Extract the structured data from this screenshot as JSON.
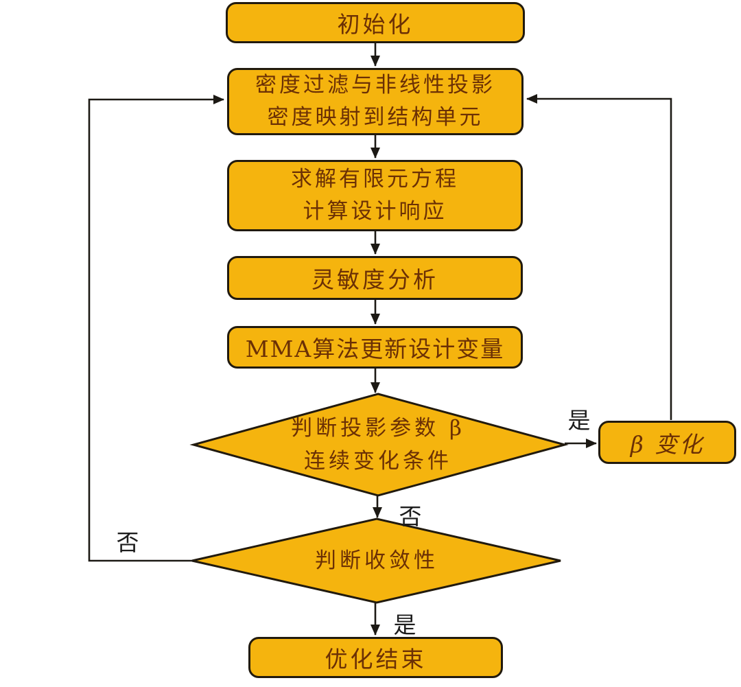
{
  "diagram": {
    "type": "flowchart",
    "topic": "topology-optimization-iteration-loop",
    "colors": {
      "node_fill": "#F5B40E",
      "node_stroke": "#211A0E",
      "text": "#6B3005",
      "arrow": "#1C1914",
      "background": "#FFFFFF"
    },
    "nodes": {
      "init": {
        "label": "初始化"
      },
      "filter": {
        "line1": "密度过滤与非线性投影",
        "line2": "密度映射到结构单元"
      },
      "fem": {
        "line1": "求解有限元方程",
        "line2": "计算设计响应"
      },
      "sensitivity": {
        "label": "灵敏度分析"
      },
      "mma": {
        "label": "MMA算法更新设计变量"
      },
      "beta_decision": {
        "line1": "判断投影参数 β",
        "line2": "连续变化条件"
      },
      "beta_change": {
        "label": "β 变化"
      },
      "convergence_decision": {
        "label": "判断收敛性"
      },
      "end": {
        "label": "优化结束"
      }
    },
    "edge_labels": {
      "beta_yes": "是",
      "beta_no": "否",
      "convergence_no": "否",
      "convergence_yes": "是"
    }
  }
}
